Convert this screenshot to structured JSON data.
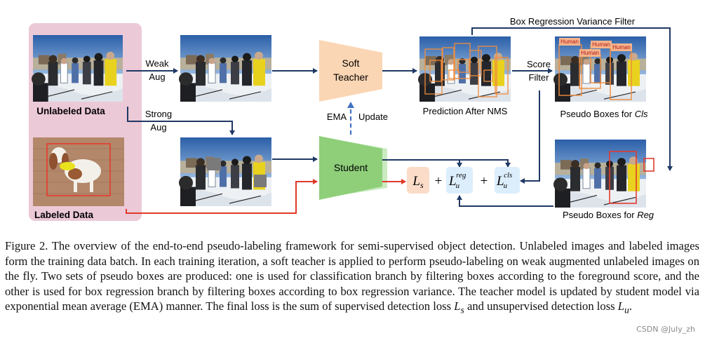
{
  "diagram": {
    "labels": {
      "unlabeled_data": "Unlabeled Data",
      "labeled_data": "Labeled Data",
      "weak_aug_line1": "Weak",
      "weak_aug_line2": "Aug",
      "strong_aug_line1": "Strong",
      "strong_aug_line2": "Aug",
      "soft_teacher_line1": "Soft",
      "soft_teacher_line2": "Teacher",
      "student": "Student",
      "ema_update_part1": "EMA",
      "ema_update_part2": "Update",
      "prediction_after_nms": "Prediction After NMS",
      "box_regression_variance_filter": "Box Regression Variance Filter",
      "score_filter_line1": "Score",
      "score_filter_line2": "Filter",
      "pseudo_boxes_for_prefix": "Pseudo Boxes for",
      "pseudo_boxes_cls_suffix": "Cls",
      "pseudo_boxes_reg_suffix": "Reg"
    },
    "box_tags": [
      "Human",
      "Human",
      "Human",
      "Human"
    ],
    "loss_terms": {
      "supervised_symbol": "L",
      "supervised_sub": "s",
      "plus": "+",
      "unsup_symbol": "L",
      "unsup_sub": "u",
      "reg_sup": "reg",
      "cls_sup": "cls"
    },
    "colors": {
      "dark_arrow": "#1f3864",
      "red_arrow": "#e03a2a",
      "ema_arrow": "#4472c4",
      "teacher_fill": "#fbd6b4",
      "student_fill": "#8fcf7a",
      "data_panel": "#ecc9d7",
      "ls_fill": "#fbdcc8",
      "lu_fill": "#dceefc",
      "pred_box": "#f08c3c",
      "human_tag_bg": "#f5b48a",
      "reg_box": "#e33b2e"
    }
  },
  "caption": {
    "text": "Figure 2. The overview of the end-to-end pseudo-labeling framework for semi-supervised object detection. Unlabeled images and labeled images form the training data batch. In each training iteration, a soft teacher is applied to perform pseudo-labeling on weak augmented unlabeled images on the fly. Two sets of pseudo boxes are produced: one is used for classification branch by filtering boxes according to the foreground score, and the other is used for box regression branch by filtering boxes according to box regression variance. The teacher model is updated by student model via exponential mean average (EMA) manner. The final loss is the sum of supervised detection loss ",
    "ls_symbol": "L",
    "ls_sub": "s",
    "middle": " and unsupervised detection loss ",
    "lu_symbol": "L",
    "lu_sub": "u",
    "end": "."
  },
  "watermark": "CSDN @July_zh"
}
